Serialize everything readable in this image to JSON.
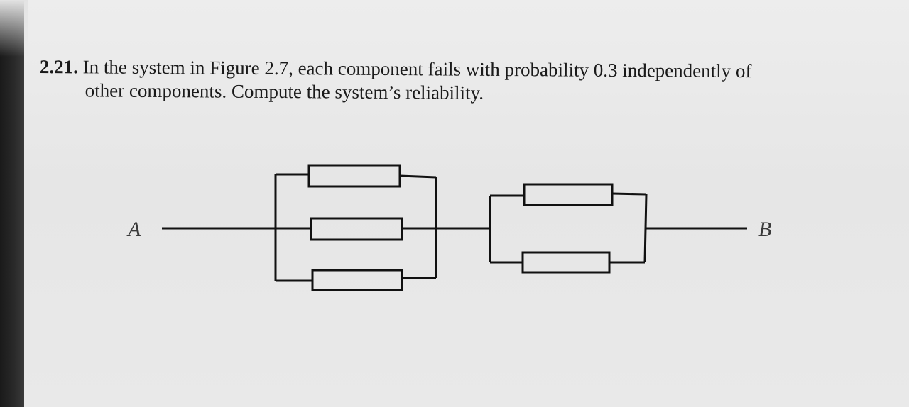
{
  "problem": {
    "number": "2.21.",
    "text_line1": "In the system in Figure 2.7, each component fails with probability 0.3 independently of",
    "text_line2": "other components. Compute the system’s reliability."
  },
  "figure": {
    "start_label": "A",
    "end_label": "B",
    "blocks": [
      {
        "name": "parallel-block-1",
        "components": 3
      },
      {
        "name": "parallel-block-2",
        "components": 2
      }
    ]
  }
}
